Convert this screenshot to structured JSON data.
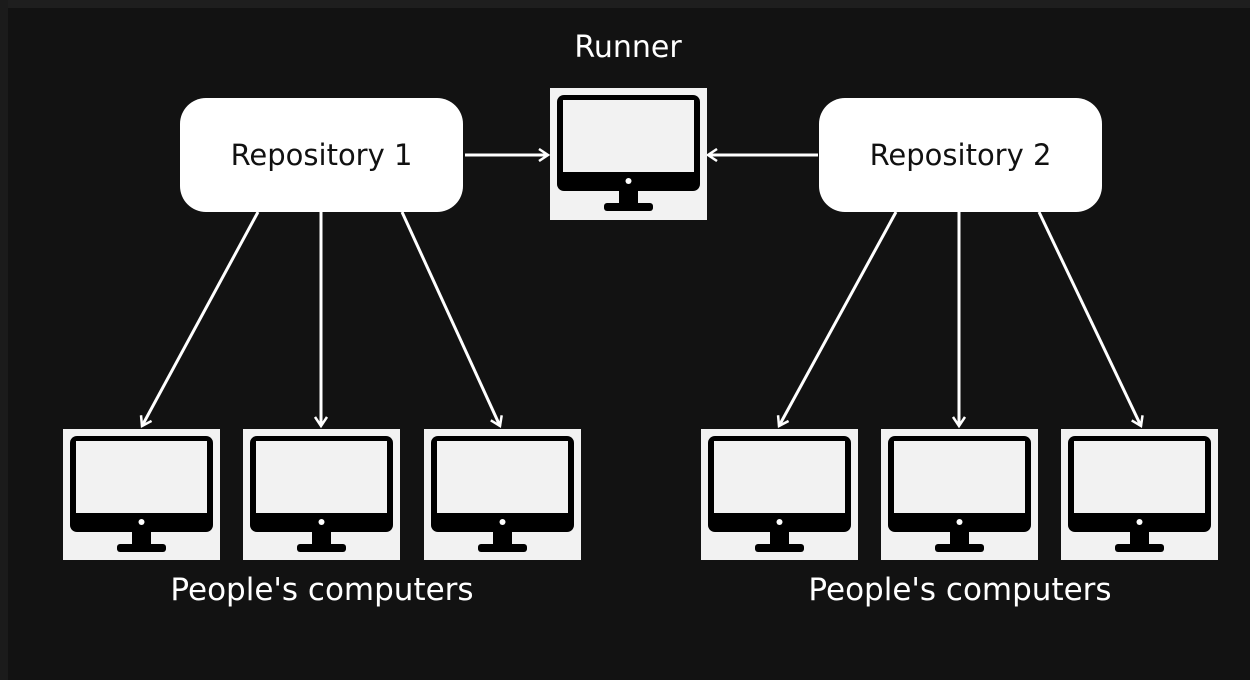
{
  "runner": {
    "label": "Runner"
  },
  "repositories": [
    {
      "label": "Repository 1"
    },
    {
      "label": "Repository 2"
    }
  ],
  "groups": [
    {
      "caption": "People's computers"
    },
    {
      "caption": "People's computers"
    }
  ],
  "icons": {
    "computer": "desktop-monitor-icon"
  },
  "colors": {
    "background": "#121212",
    "box": "#ffffff",
    "arrow": "#ffffff",
    "screen": "#f2f2f2",
    "bezel": "#000000"
  }
}
